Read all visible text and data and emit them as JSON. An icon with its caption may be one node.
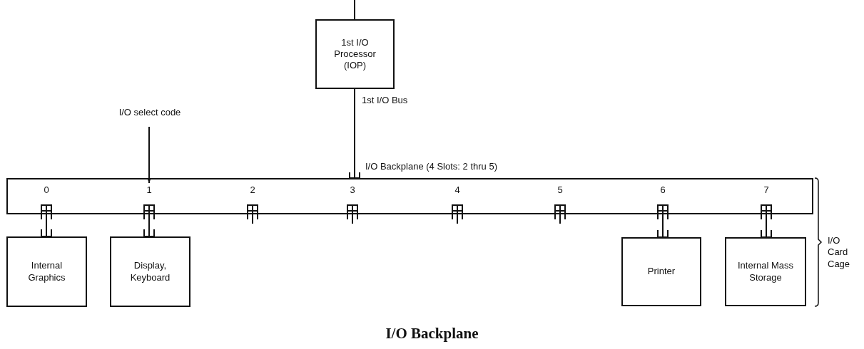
{
  "diagram": {
    "caption": "I/O Backplane",
    "nodes": [
      {
        "text": [
          "1st I/O Processor (IOP)"
        ]
      },
      {
        "text": [],
        "shape": "box",
        "beside": [
          "I/O Backplane (4 Slots: 2 thru 5)"
        ]
      },
      {
        "text": [
          "Internal Graphics"
        ]
      },
      {
        "text": [
          "Display, Keyboard"
        ]
      },
      {
        "text": [
          "Printer"
        ]
      },
      {
        "text": [
          "Internal Mass Storage"
        ]
      },
      {
        "text": [
          "I/O select code"
        ]
      }
    ],
    "edges": [
      {
        "from": null,
        "to": 0,
        "arrow": "none"
      },
      {
        "from": 0,
        "to": 1,
        "arrow": "none",
        "label": "1st I/O Bus"
      },
      {
        "from": 1,
        "to": 2,
        "arrow": "none"
      },
      {
        "from": 1,
        "to": 3,
        "arrow": "none"
      },
      {
        "from": 1,
        "to": 4,
        "arrow": "none"
      },
      {
        "from": 1,
        "to": 5,
        "arrow": "none"
      },
      {
        "from": 6,
        "to": 1,
        "arrow": "to"
      }
    ],
    "labels": [
      "0",
      "1",
      "2",
      "3",
      "4",
      "5",
      "6",
      "7",
      "I/O Card Cage"
    ]
  }
}
